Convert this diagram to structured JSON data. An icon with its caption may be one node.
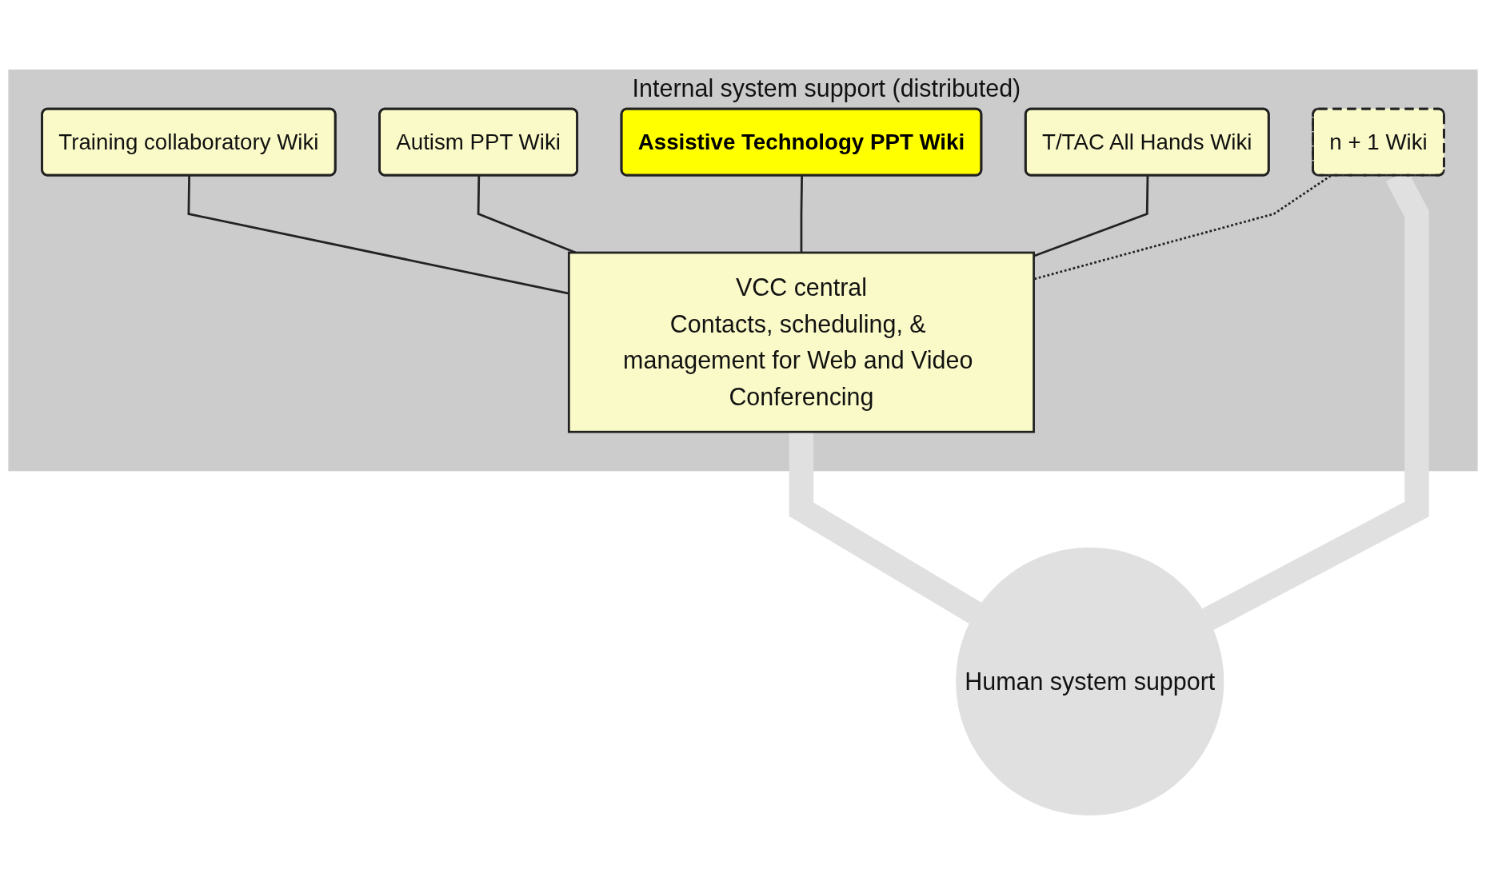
{
  "diagram": {
    "nodes": [
      {
        "text": [
          "Internal system support (distributed)"
        ]
      },
      {
        "text": [
          "Training collaboratory Wiki"
        ],
        "in": 0
      },
      {
        "text": [
          "Autism PPT Wiki"
        ],
        "in": 0
      },
      {
        "text": [
          "Assistive Technology PPT Wiki"
        ],
        "in": 0
      },
      {
        "text": [
          "T/TAC All Hands Wiki"
        ],
        "in": 0
      },
      {
        "text": [
          "n + 1 Wiki"
        ],
        "in": 0
      },
      {
        "text": [
          "VCC central",
          "Contacts, scheduling, & management for Web and Video Conferencing"
        ],
        "in": 0
      },
      {
        "text": [
          "Human system support"
        ]
      }
    ],
    "edges": [
      {
        "from": 1,
        "to": 6,
        "arrow": "none"
      },
      {
        "from": 2,
        "to": 6,
        "arrow": "none"
      },
      {
        "from": 3,
        "to": 6,
        "arrow": "none"
      },
      {
        "from": 4,
        "to": 6,
        "arrow": "none"
      },
      {
        "from": 5,
        "to": 6,
        "arrow": "none",
        "style": "dashed"
      },
      {
        "from": 6,
        "to": 7,
        "arrow": "none",
        "style": "thick",
        "color": "#e0e0e0"
      },
      {
        "from": 5,
        "to": 7,
        "arrow": "none",
        "style": "thick",
        "color": "#e0e0e0"
      }
    ]
  }
}
